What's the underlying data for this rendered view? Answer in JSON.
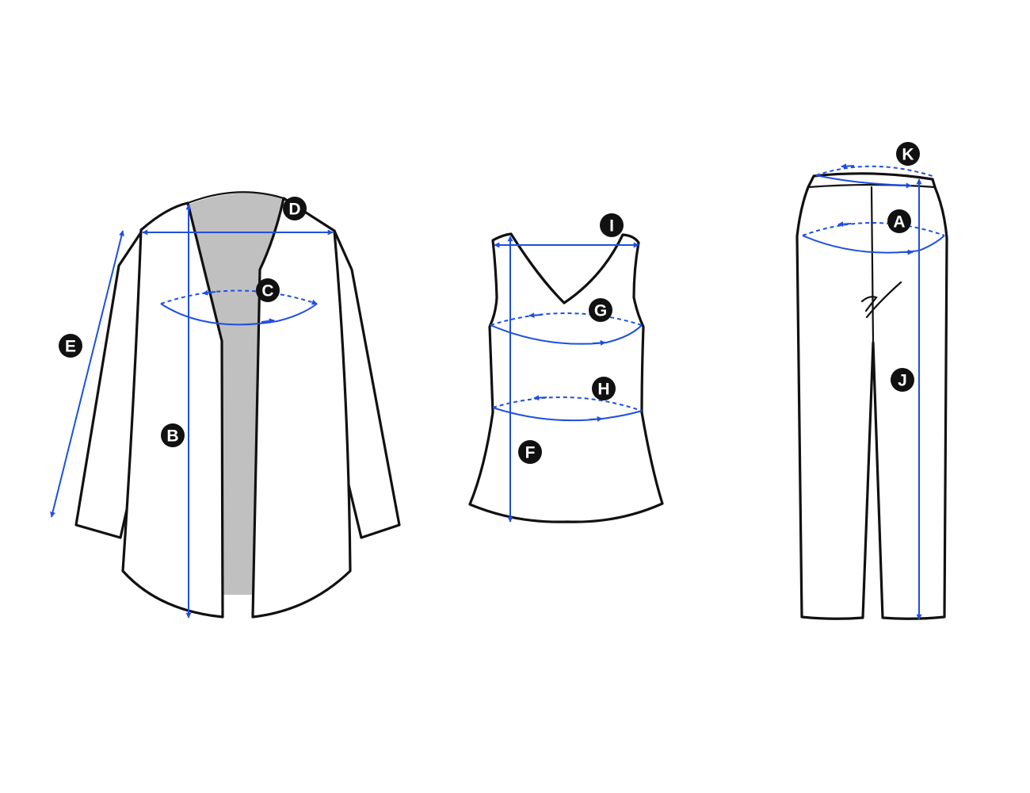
{
  "colors": {
    "outline": "#111111",
    "measure": "#1f4fe0",
    "lining": "#c0c0c0",
    "badge": "#111111",
    "badge_text": "#ffffff"
  },
  "garments": [
    {
      "id": "jacket",
      "badges": [
        "B",
        "C",
        "D",
        "E"
      ]
    },
    {
      "id": "tank",
      "badges": [
        "F",
        "G",
        "H",
        "I"
      ]
    },
    {
      "id": "pants",
      "badges": [
        "A",
        "J",
        "K"
      ]
    }
  ],
  "badges": {
    "A": "A",
    "B": "B",
    "C": "C",
    "D": "D",
    "E": "E",
    "F": "F",
    "G": "G",
    "H": "H",
    "I": "I",
    "J": "J",
    "K": "K"
  }
}
